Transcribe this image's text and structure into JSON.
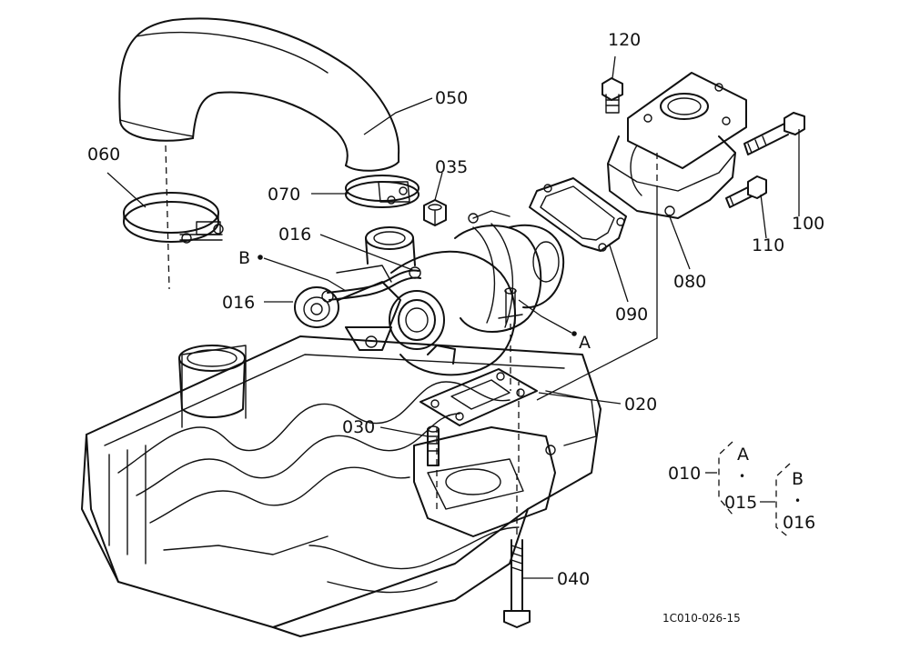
{
  "labels": {
    "p050": "050",
    "p060": "060",
    "p070": "070",
    "p035": "035",
    "p016_upper": "016",
    "p016_lower": "016",
    "pB": "B",
    "pA": "A",
    "p120": "120",
    "p100": "100",
    "p110": "110",
    "p080": "080",
    "p090": "090",
    "p020": "020",
    "p030": "030",
    "p040": "040"
  },
  "kit": {
    "parent": "010",
    "group_a_title": "A",
    "group_a_part": "015",
    "group_b_title": "B",
    "group_b_part": "016",
    "separator": "•"
  },
  "drawing_code": "1C010-026-15"
}
